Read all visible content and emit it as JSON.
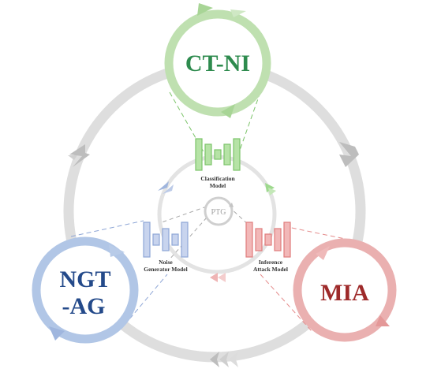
{
  "nodes": {
    "ctni": {
      "label": "CT-NI",
      "color": "#2e8b4e",
      "ring": "#b9dcaa"
    },
    "mia": {
      "label": "MIA",
      "color": "#9e2a2a",
      "ring": "#e9aaaa"
    },
    "ngtag": {
      "line1": "NGT",
      "line2": "-AG",
      "color": "#244a8a",
      "ring": "#a9c0e2"
    }
  },
  "center": {
    "label": "PTG"
  },
  "models": {
    "classification": {
      "line1": "Classification",
      "line2": "Model",
      "color": "#8fd47e"
    },
    "inference": {
      "line1": "Inference",
      "line2": "Attack Model",
      "color": "#e88a8a"
    },
    "noise": {
      "line1": "Noise",
      "line2": "Generator Model",
      "color": "#8fa8d8"
    }
  },
  "colors": {
    "outer_ring": "#dcdcdc",
    "inner_ring": "#e3e3e3",
    "arrow_gray": "#b8b8b8"
  }
}
